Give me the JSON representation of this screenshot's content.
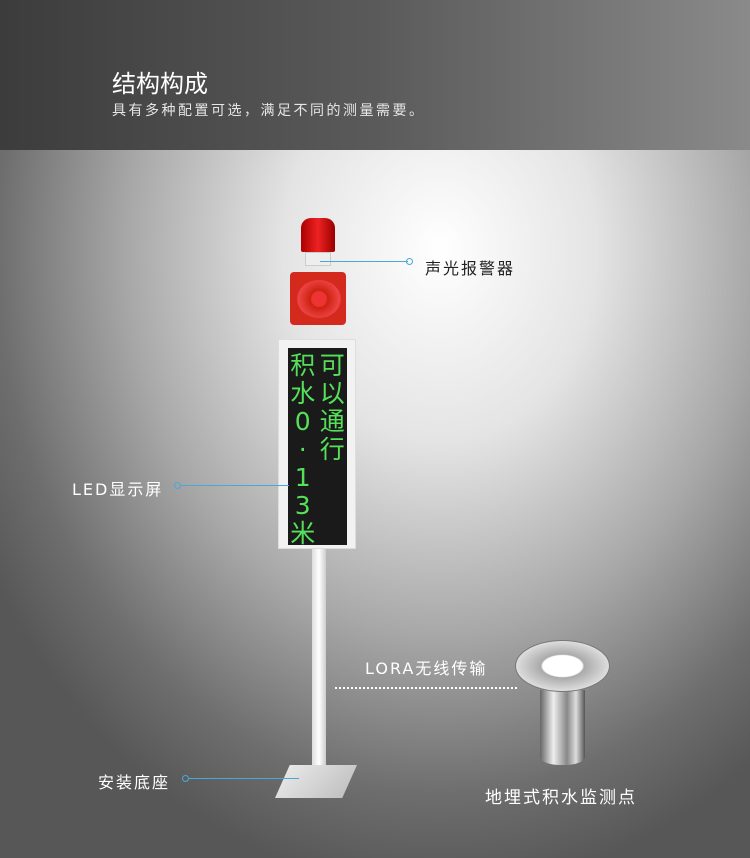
{
  "header": {
    "title": "结构构成",
    "subtitle": "具有多种配置可选，满足不同的测量需要。"
  },
  "labels": {
    "alarm": "声光报警器",
    "led": "LED显示屏",
    "base": "安装底座",
    "lora": "LORA无线传输",
    "sensor": "地埋式积水监测点"
  },
  "led_display": {
    "col1": [
      "积",
      "水",
      "0",
      "·",
      "1",
      "3",
      "米"
    ],
    "col2": [
      "可",
      "以",
      "通",
      "行"
    ]
  },
  "colors": {
    "accent": "#4aa8d8",
    "led_text": "#56e05a"
  }
}
